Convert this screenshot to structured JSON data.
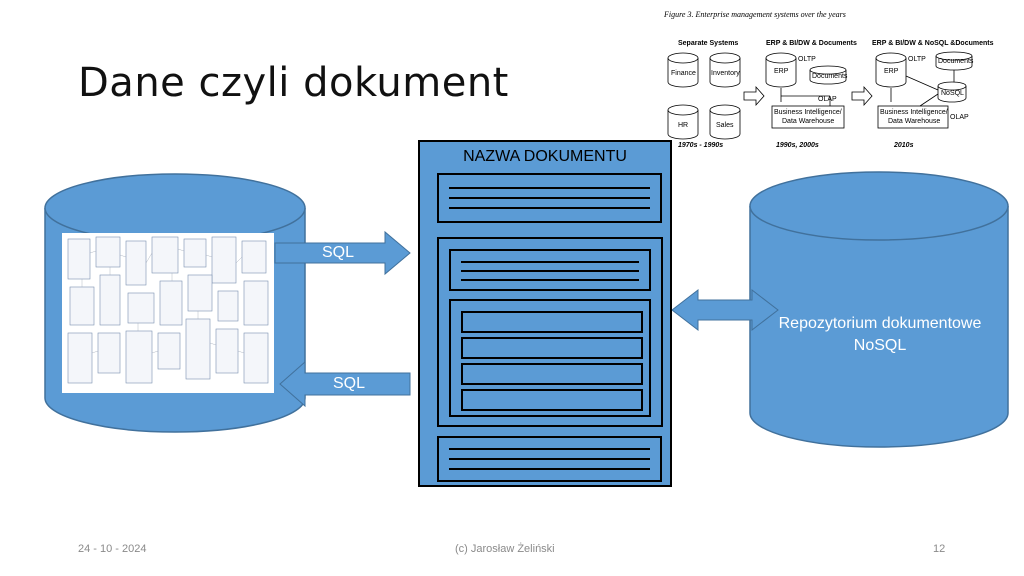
{
  "slide": {
    "title": "Dane czyli dokument",
    "footer": {
      "date": "24 - 10 - 2024",
      "author": "(c) Jarosław Żeliński",
      "page": "12"
    }
  },
  "document": {
    "title": "NAZWA DOKUMENTU"
  },
  "arrows": {
    "sql_top": "SQL",
    "sql_bottom": "SQL"
  },
  "repository": {
    "line1": "Repozytorium dokumentowe",
    "line2": "NoSQL"
  },
  "figure": {
    "caption": "Figure 3. Enterprise management systems over the years",
    "col1": {
      "heading": "Separate Systems",
      "items": [
        "Finance",
        "Inventory",
        "HR",
        "Sales"
      ],
      "era": "1970s - 1990s"
    },
    "col2": {
      "heading": "ERP & BI/DW & Documents",
      "erp": "ERP",
      "oltp": "OLTP",
      "documents": "Documents",
      "olap": "OLAP",
      "bi1": "Business Intelligence/",
      "bi2": "Data Warehouse",
      "era": "1990s, 2000s"
    },
    "col3": {
      "heading": "ERP & BI/DW & NoSQL &Documents",
      "erp": "ERP",
      "oltp": "OLTP",
      "documents": "Documents",
      "nosql": "NoSQL",
      "olap": "OLAP",
      "bi1": "Business Intelligence/",
      "bi2": "Data Warehouse",
      "era": "2010s"
    }
  },
  "colors": {
    "shape_fill": "#5b9bd5",
    "shape_stroke": "#41719c",
    "text_light": "#ffffff"
  }
}
